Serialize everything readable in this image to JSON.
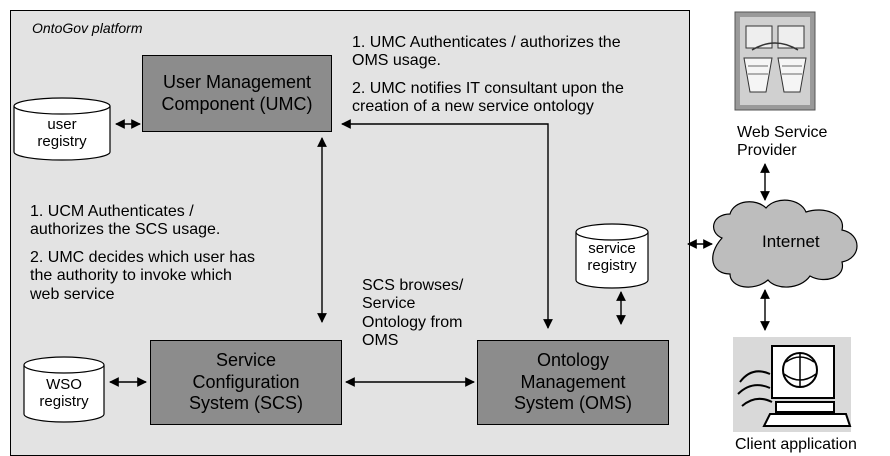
{
  "platform_title": "OntoGov platform",
  "umc": {
    "label": "User Management\nComponent (UMC)"
  },
  "scs": {
    "label": "Service\nConfiguration\nSystem (SCS)"
  },
  "oms": {
    "label": "Ontology\nManagement\nSystem (OMS)"
  },
  "user_registry": {
    "label": "user\nregistry"
  },
  "wso_registry": {
    "label": "WSO\nregistry"
  },
  "service_registry": {
    "label": "service\nregistry"
  },
  "umc_oms_notes": {
    "line1": "1. UMC Authenticates / authorizes the\nOMS usage.",
    "line2": "2. UMC notifies IT consultant upon the\ncreation of a new service ontology"
  },
  "umc_scs_notes": {
    "line1": "1. UCM Authenticates /\nauthorizes the SCS usage.",
    "line2": "2. UMC decides which user has\nthe authority to invoke which\nweb service"
  },
  "scs_oms_note": "SCS browses/\nService\nOntology from\nOMS",
  "internet": {
    "label": "Internet"
  },
  "web_service_provider": {
    "label": "Web Service\nProvider"
  },
  "client_application": {
    "label": "Client application"
  },
  "icons": [
    "cylinder-icon",
    "cloud-icon",
    "web-service-provider-icon",
    "client-computer-icon",
    "arrow-icon"
  ]
}
